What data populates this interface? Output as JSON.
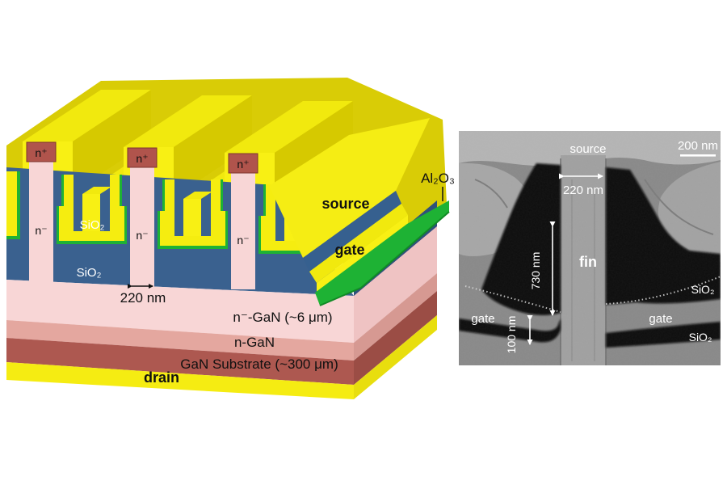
{
  "figure": {
    "type": "GaN vertical FinFET structure: 3D schematic (left) and cross-section SEM micrograph (right)"
  },
  "palette": {
    "yellow_bright": "#f8f014",
    "yellow_top": "#f1e90e",
    "yellow_dark": "#d6c900",
    "sio2_blue": "#3a618f",
    "sio2_blue_dark": "#2f517b",
    "al2o3_green": "#1eb234",
    "n_gan_pink": "#f8d6d6",
    "n_gan_salmon": "#e4a79f",
    "substrate_red": "#ad5850",
    "cap_red": "#b0544c",
    "sem_gray": "#898989",
    "sem_black": "#0a0a0a"
  },
  "schematic": {
    "labels": {
      "source": "source",
      "gate": "gate",
      "drain": "drain",
      "al2o3": "Al₂O₃",
      "n_plus": "n⁺",
      "n_minus": "n⁻",
      "sio2": "SiO₂",
      "n_minus_gan": "n⁻-GaN (~6 μm)",
      "n_gan": "n-GaN",
      "substrate": "GaN Substrate (~300 μm)",
      "fin_width": "220 nm"
    }
  },
  "sem": {
    "labels": {
      "source": "source",
      "scale_bar": "200 nm",
      "fin_width": "220 nm",
      "fin": "fin",
      "fin_height": "730 nm",
      "gate_thickness": "100 nm",
      "gate": "gate",
      "sio2": "SiO₂"
    }
  }
}
